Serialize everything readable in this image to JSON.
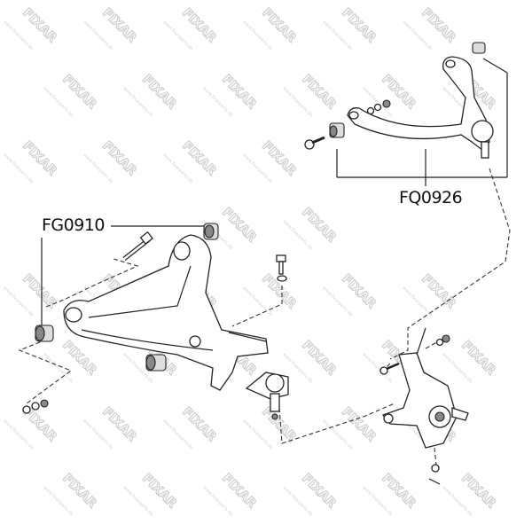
{
  "watermark": {
    "brand": "FIXAR",
    "url": "www.fixarparts.de"
  },
  "labels": {
    "lower_arm_bushing": "FG0910",
    "upper_arm": "FQ0926"
  }
}
